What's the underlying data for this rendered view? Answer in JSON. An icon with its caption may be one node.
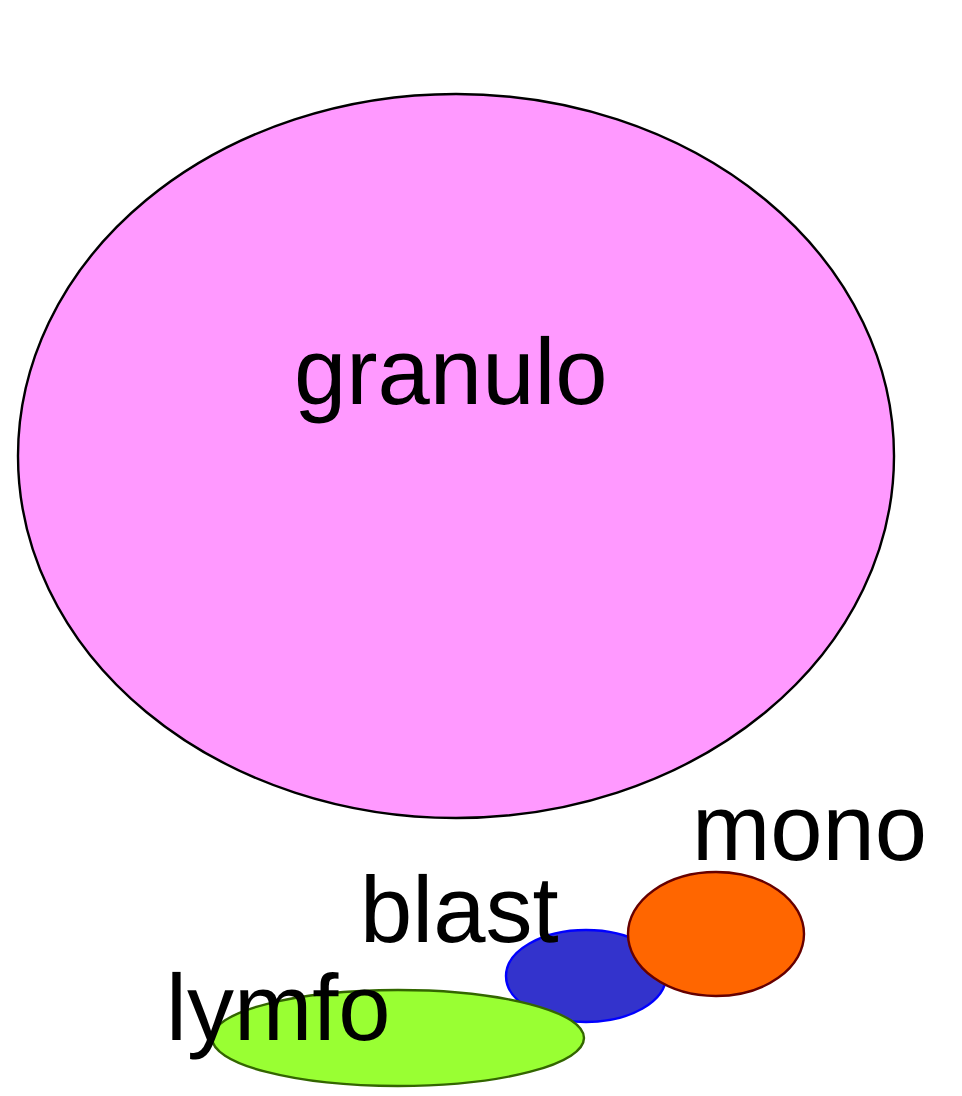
{
  "diagram": {
    "nodes": [
      {
        "text": [
          "granulo"
        ]
      },
      {
        "text": [
          "mono"
        ]
      },
      {
        "text": [
          "blast"
        ]
      },
      {
        "text": [
          "lymfo"
        ]
      }
    ]
  }
}
